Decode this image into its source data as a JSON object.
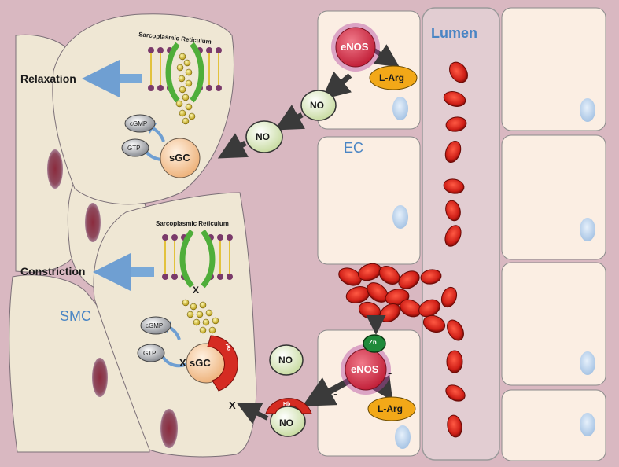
{
  "labels": {
    "relaxation": "Relaxation",
    "constriction": "Constriction",
    "smc": "SMC",
    "ec": "EC",
    "lumen": "Lumen",
    "sr_top": "Sarcoplasmic Reticulum",
    "sr_bottom": "Sarcoplasmic Reticulum",
    "enos": "eNOS",
    "larg": "L-Arg",
    "no": "NO",
    "sgc": "sGC",
    "cgmp": "cGMP",
    "gtp": "GTP",
    "hb": "Hb",
    "zn": "Zn",
    "x": "X",
    "minus": "-"
  },
  "colors": {
    "background": "#d9b8c1",
    "smc_fill": "#efe7d4",
    "ec_fill": "#fbeee3",
    "rbc": "#d7261f",
    "enos": "#d8364b",
    "larg": "#f2a818",
    "no_fill": "#dfecc4",
    "sgc": "#f3c8a0",
    "hb": "#d52b22",
    "zn": "#1f8a3a",
    "arrow_blue": "#79a9d8",
    "label_blue": "#4a85c4"
  }
}
